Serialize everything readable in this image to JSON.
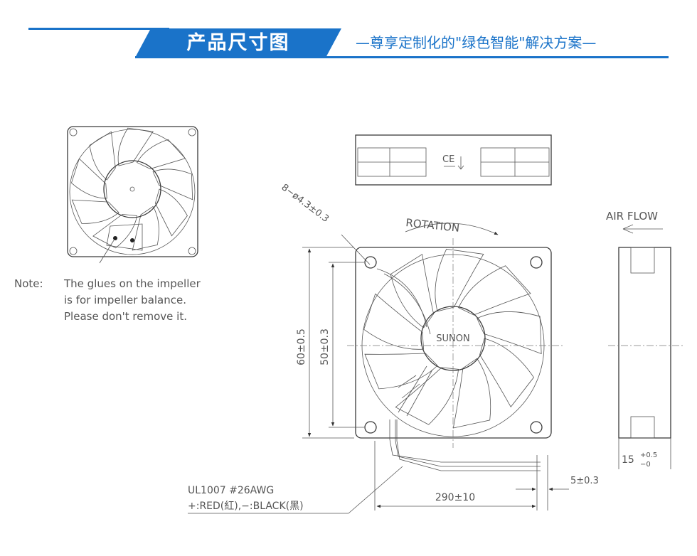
{
  "header": {
    "title": "产品尺寸图",
    "slogan": "—尊享定制化的\"绿色智能\"解决方案—",
    "accent_color": "#1a73c9"
  },
  "note": {
    "label": "Note:",
    "line1": "The glues on the impeller",
    "line2": "is for impeller balance.",
    "line3": "Please don't remove it."
  },
  "labels": {
    "hole_spec": "8−ø4.3±0.3",
    "rotation": "ROTATION",
    "air_flow": "AIR FLOW",
    "brand": "SUNON",
    "ce_mark": "CE",
    "dim_outer": "60±0.5",
    "dim_holes": "50±0.3",
    "dim_depth": "15",
    "dim_depth_tol_upper": "+0.5",
    "dim_depth_tol_lower": "−0",
    "dim_lead_strip": "5±0.3",
    "dim_lead_length": "290±10",
    "wire_spec": "UL1007 #26AWG",
    "wire_color": "+:RED(紅),−:BLACK(黑)"
  },
  "icons": [
    "fan-small-view",
    "fan-front-view",
    "fan-side-view",
    "fan-top-view",
    "ce-mark-icon",
    "rotation-arrow-icon",
    "airflow-arrow-icon"
  ]
}
